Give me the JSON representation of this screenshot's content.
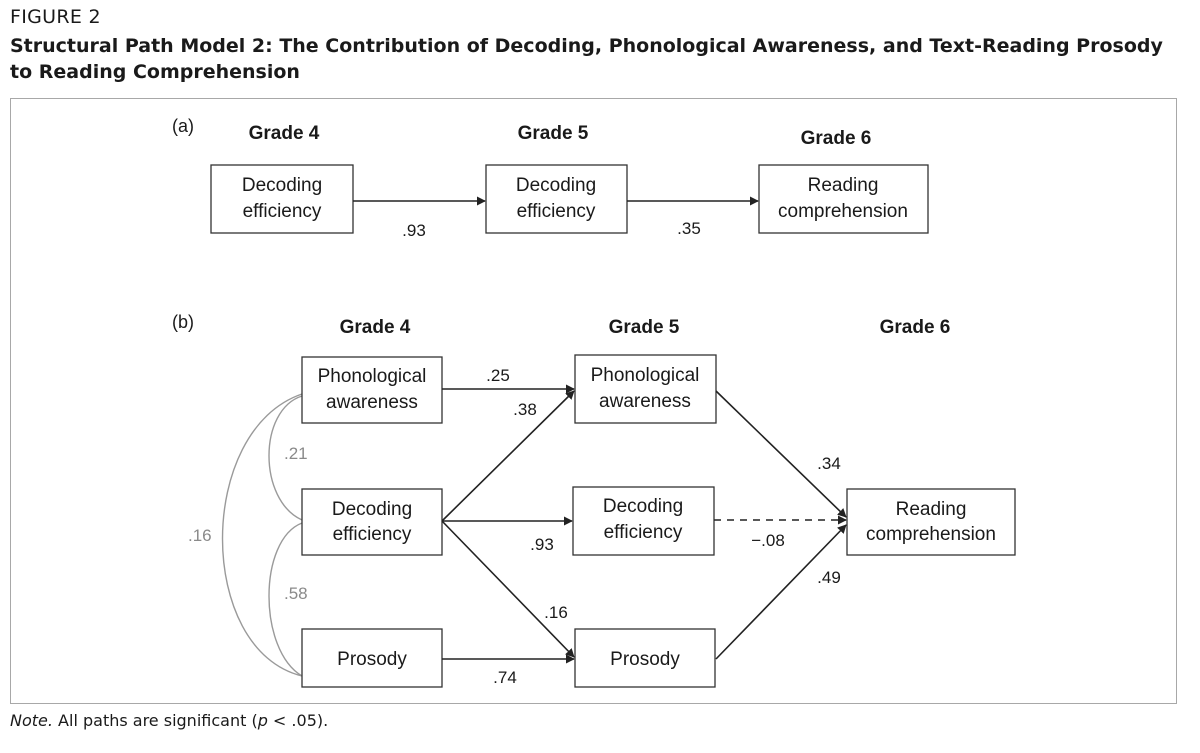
{
  "figure": {
    "label": "FIGURE 2",
    "title": "Structural Path Model 2: The Contribution of Decoding, Phonological Awareness, and Text-Reading Prosody to Reading Comprehension"
  },
  "panel_a": {
    "label": "(a)",
    "grades": [
      "Grade 4",
      "Grade 5",
      "Grade 6"
    ],
    "boxes": {
      "g4_decoding": [
        "Decoding",
        "efficiency"
      ],
      "g5_decoding": [
        "Decoding",
        "efficiency"
      ],
      "g6_reading": [
        "Reading",
        "comprehension"
      ]
    },
    "paths": {
      "g4_to_g5": ".93",
      "g5_to_g6": ".35"
    }
  },
  "panel_b": {
    "label": "(b)",
    "grades": [
      "Grade 4",
      "Grade 5",
      "Grade 6"
    ],
    "boxes": {
      "g4_phon": [
        "Phonological",
        "awareness"
      ],
      "g4_dec": [
        "Decoding",
        "efficiency"
      ],
      "g4_pros": [
        "Prosody"
      ],
      "g5_phon": [
        "Phonological",
        "awareness"
      ],
      "g5_dec": [
        "Decoding",
        "efficiency"
      ],
      "g5_pros": [
        "Prosody"
      ],
      "g6_read": [
        "Reading",
        "comprehension"
      ]
    },
    "paths": {
      "phon4_phon5": ".25",
      "dec4_phon5": ".38",
      "dec4_dec5": ".93",
      "dec4_pros5": ".16",
      "pros4_pros5": ".74",
      "phon5_read6": ".34",
      "dec5_read6": "−.08",
      "pros5_read6": ".49"
    },
    "correlations": {
      "phon_dec": ".21",
      "dec_pros": ".58",
      "phon_pros": ".16"
    }
  },
  "note": {
    "lead": "Note.",
    "text_before_p": " All paths are significant (",
    "p": "p",
    "text_after_p": " < .05)."
  },
  "colors": {
    "line": "#222222",
    "correlation": "#9a9a9a",
    "border": "#a8a8a8"
  }
}
